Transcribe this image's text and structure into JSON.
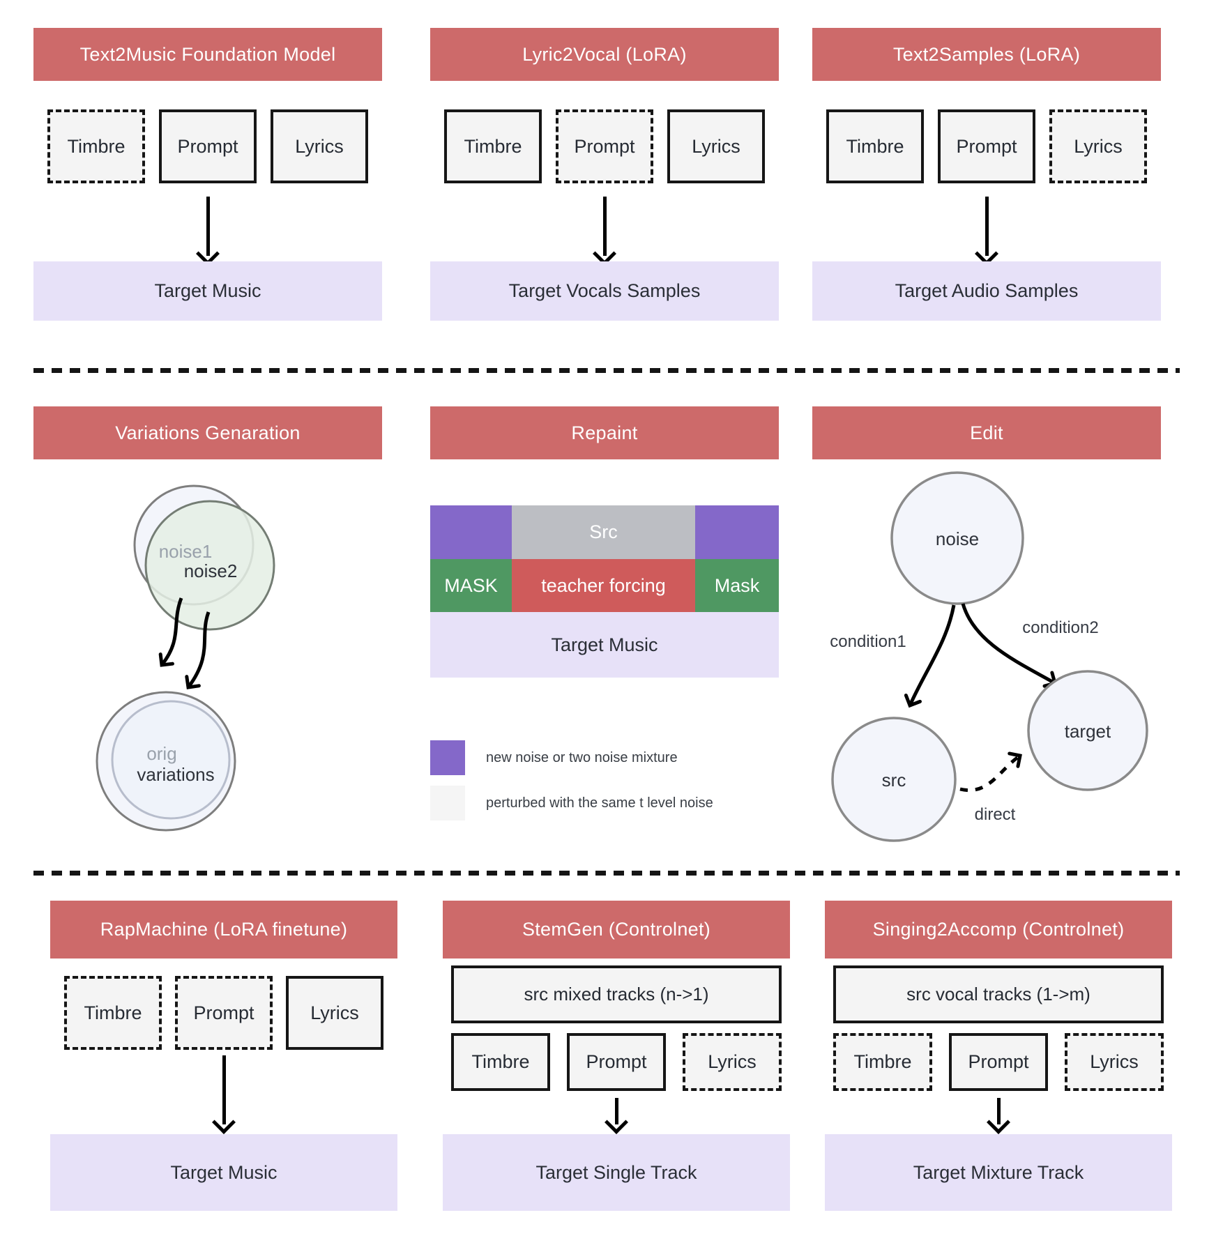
{
  "colors": {
    "accent_red": "#cd6a6a",
    "teacher_red": "#cf5b5b",
    "purple": "#8468c9",
    "green": "#4f9862",
    "src_gray": "#bcbec3",
    "lavender": "#e7e1f8"
  },
  "row1": {
    "text2music": {
      "title": "Text2Music Foundation Model",
      "inputs": [
        {
          "label": "Timbre",
          "dashed": true
        },
        {
          "label": "Prompt",
          "dashed": false
        },
        {
          "label": "Lyrics",
          "dashed": false
        }
      ],
      "target": "Target Music"
    },
    "lyric2vocal": {
      "title": "Lyric2Vocal (LoRA)",
      "inputs": [
        {
          "label": "Timbre",
          "dashed": false
        },
        {
          "label": "Prompt",
          "dashed": true
        },
        {
          "label": "Lyrics",
          "dashed": false
        }
      ],
      "target": "Target Vocals Samples"
    },
    "text2samples": {
      "title": "Text2Samples (LoRA)",
      "inputs": [
        {
          "label": "Timbre",
          "dashed": false
        },
        {
          "label": "Prompt",
          "dashed": false
        },
        {
          "label": "Lyrics",
          "dashed": true
        }
      ],
      "target": "Target Audio Samples"
    }
  },
  "row2": {
    "variations": {
      "title": "Variations Genaration",
      "noise1": "noise1",
      "noise2": "noise2",
      "orig": "orig",
      "variations": "variations"
    },
    "repaint": {
      "title": "Repaint",
      "src": "Src",
      "mask_left": "MASK",
      "teacher": "teacher forcing",
      "mask_right": "Mask",
      "target": "Target Music",
      "legend": [
        {
          "swatch": "purple",
          "label": "new noise or two noise mixture"
        },
        {
          "swatch": "light",
          "label": "perturbed with the same t level noise"
        }
      ]
    },
    "edit": {
      "title": "Edit",
      "noise": "noise",
      "src": "src",
      "target": "target",
      "cond1": "condition1",
      "cond2": "condition2",
      "direct": "direct"
    }
  },
  "row3": {
    "rapmachine": {
      "title": "RapMachine (LoRA finetune)",
      "inputs": [
        {
          "label": "Timbre",
          "dashed": true
        },
        {
          "label": "Prompt",
          "dashed": true
        },
        {
          "label": "Lyrics",
          "dashed": false
        }
      ],
      "target": "Target Music"
    },
    "stemgen": {
      "title": "StemGen (Controlnet)",
      "src_box": "src mixed tracks (n->1)",
      "inputs": [
        {
          "label": "Timbre",
          "dashed": false
        },
        {
          "label": "Prompt",
          "dashed": false
        },
        {
          "label": "Lyrics",
          "dashed": true
        }
      ],
      "target": "Target Single Track"
    },
    "singing2accomp": {
      "title": "Singing2Accomp (Controlnet)",
      "src_box": "src vocal tracks (1->m)",
      "inputs": [
        {
          "label": "Timbre",
          "dashed": true
        },
        {
          "label": "Prompt",
          "dashed": false
        },
        {
          "label": "Lyrics",
          "dashed": true
        }
      ],
      "target": "Target Mixture Track"
    }
  }
}
